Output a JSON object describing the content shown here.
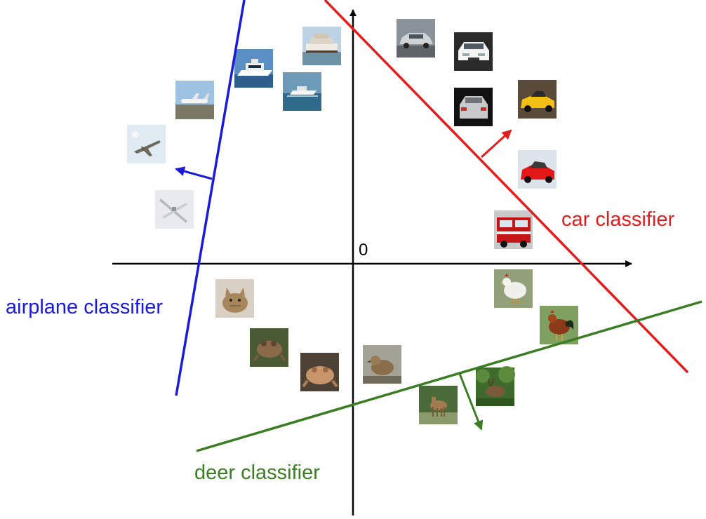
{
  "origin_label": "0",
  "colors": {
    "axes": "#000000",
    "airplane": "#1a1adb",
    "car": "#e31c1c",
    "deer": "#3a7d23"
  },
  "classifiers": {
    "airplane": {
      "label": "airplane classifier"
    },
    "car": {
      "label": "car classifier"
    },
    "deer": {
      "label": "deer classifier"
    }
  },
  "images": [
    {
      "name": "ship-image",
      "depicts": "ship"
    },
    {
      "name": "boat-image",
      "depicts": "boat"
    },
    {
      "name": "small-boat-image",
      "depicts": "boat"
    },
    {
      "name": "airplane-parked-image",
      "depicts": "airplane"
    },
    {
      "name": "fighter-jet-image",
      "depicts": "airplane"
    },
    {
      "name": "airliner-image",
      "depicts": "airplane"
    },
    {
      "name": "silver-car-image",
      "depicts": "car"
    },
    {
      "name": "white-car-image",
      "depicts": "car"
    },
    {
      "name": "car-rear-image",
      "depicts": "car"
    },
    {
      "name": "yellow-car-image",
      "depicts": "car"
    },
    {
      "name": "red-car-image",
      "depicts": "car"
    },
    {
      "name": "fire-truck-image",
      "depicts": "truck"
    },
    {
      "name": "chicken-image",
      "depicts": "bird"
    },
    {
      "name": "rooster-image",
      "depicts": "bird"
    },
    {
      "name": "cat-image",
      "depicts": "cat"
    },
    {
      "name": "frog-image",
      "depicts": "frog"
    },
    {
      "name": "toad-image",
      "depicts": "frog"
    },
    {
      "name": "sparrow-image",
      "depicts": "bird"
    },
    {
      "name": "deer-image",
      "depicts": "deer"
    },
    {
      "name": "deer-bush-image",
      "depicts": "deer"
    }
  ]
}
